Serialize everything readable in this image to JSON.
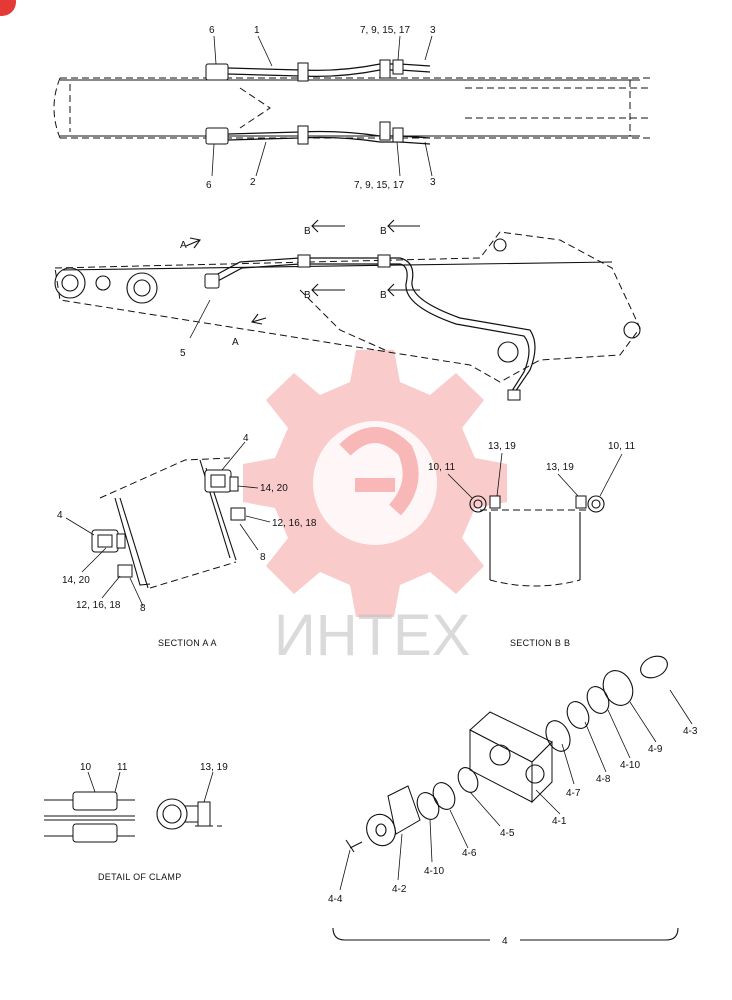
{
  "watermark": {
    "text": "ИНТЕХ"
  },
  "badge": {
    "color": "#e53935"
  },
  "top_view": {
    "upper_labels": [
      "6",
      "1",
      "7, 9, 15, 17",
      "3"
    ],
    "lower_labels": [
      "6",
      "2",
      "7, 9, 15, 17",
      "3"
    ]
  },
  "side_view": {
    "arrow_a": "A",
    "arrow_b": "B",
    "part_5": "5"
  },
  "section_aa": {
    "caption": "SECTION  A A",
    "labels": [
      "4",
      "14, 20",
      "12, 16, 18",
      "8",
      "4",
      "14, 20",
      "12, 16, 18",
      "8"
    ]
  },
  "section_bb": {
    "caption": "SECTION  B B",
    "labels": [
      "13, 19",
      "10, 11",
      "13, 19",
      "10, 11"
    ]
  },
  "clamp_detail": {
    "caption": "DETAIL OF CLAMP",
    "labels": [
      "10",
      "11",
      "13, 19"
    ]
  },
  "exploded": {
    "labels": [
      "4-3",
      "4-9",
      "4-10",
      "4-8",
      "4-7",
      "4-1",
      "4-5",
      "4-6",
      "4-10",
      "4-2",
      "4-4"
    ],
    "group": "4"
  }
}
